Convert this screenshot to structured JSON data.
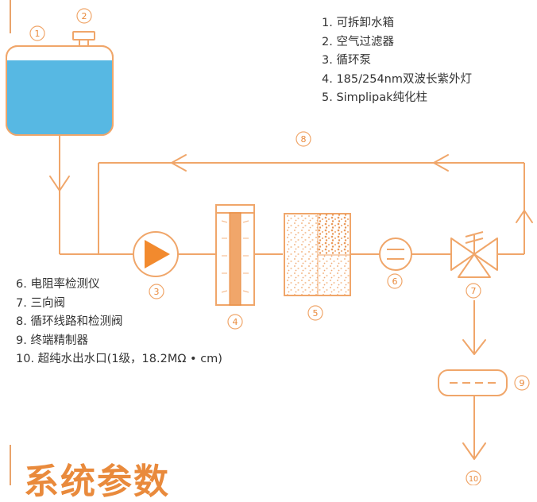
{
  "colors": {
    "accent": "#f0a66a",
    "water": "#57b8e3",
    "title": "#e98a3c"
  },
  "legend_top": [
    "1. 可拆卸水箱",
    "2. 空气过滤器",
    "3. 循环泵",
    "4. 185/254nm双波长紫外灯",
    "5. Simplipak纯化柱"
  ],
  "legend_bottom": [
    "6. 电阻率检测仪",
    "7. 三向阀",
    "8. 循环线路和检测阀",
    "9. 终端精制器",
    "10. 超纯水出水口(1级，18.2MΩ • cm)"
  ],
  "markers": {
    "m1": "1",
    "m2": "2",
    "m3": "3",
    "m4": "4",
    "m5": "5",
    "m6": "6",
    "m7": "7",
    "m8": "8",
    "m9": "9",
    "m10": "10"
  },
  "section_title": "系统参数"
}
